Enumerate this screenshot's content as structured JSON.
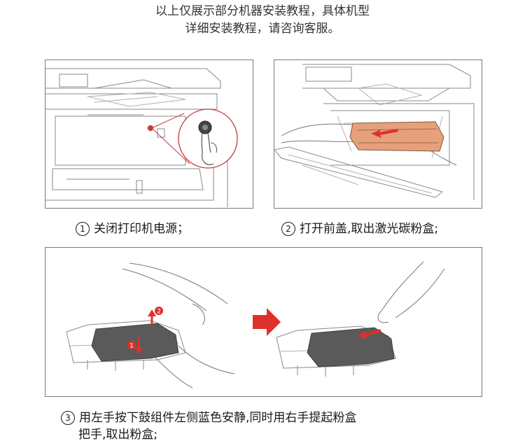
{
  "intro": {
    "line1": "以上仅展示部分机器安装教程，具体机型",
    "line2": "详细安装教程，请咨询客服。"
  },
  "steps": [
    {
      "num": "1",
      "text": "关闭打印机电源；"
    },
    {
      "num": "2",
      "text": "打开前盖,取出激光碳粉盒;"
    },
    {
      "num": "3",
      "text": "用左手按下鼓组件左侧蓝色安静,同时用右手提起粉盒",
      "text2": "把手,取出粉盒;"
    }
  ],
  "illustration": {
    "badge_up": "2",
    "badge_down": "1"
  },
  "colors": {
    "accent_red": "#e0302a",
    "line": "#7a7a7a",
    "tint_orange": "#e6a07a"
  }
}
